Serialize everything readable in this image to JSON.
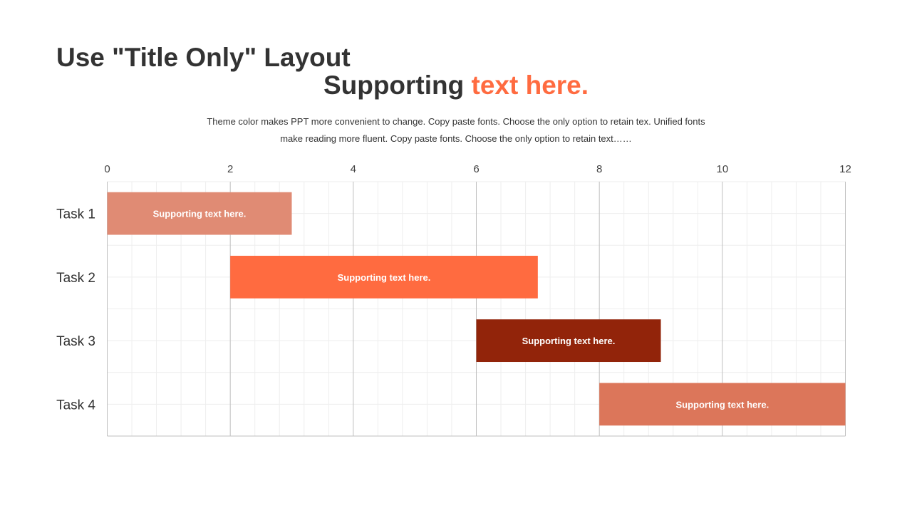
{
  "slide": {
    "title": "Use \"Title Only\" Layout",
    "subtitle_main": "Supporting ",
    "subtitle_accent": "text here.",
    "description_line1": "Theme color makes PPT more convenient  to change. Copy paste fonts. Choose the only  option to retain tex. Unified  fonts",
    "description_line2": "make reading more fluent. Copy paste fonts. Choose the only option to retain text……"
  },
  "colors": {
    "title": "#333333",
    "accent": "#ff6b40",
    "grid_major": "#bfbfbf",
    "grid_minor": "#eeeeee"
  },
  "chart_data": {
    "type": "gantt",
    "title": "",
    "xlabel": "",
    "ylabel": "",
    "xlim": [
      0,
      12
    ],
    "x_ticks": [
      0,
      2,
      4,
      6,
      8,
      10,
      12
    ],
    "x_axis_position": "top",
    "grid": true,
    "categories": [
      "Task 1",
      "Task 2",
      "Task 3",
      "Task 4"
    ],
    "tasks": [
      {
        "name": "Task 1",
        "start": 0,
        "end": 3,
        "label": "Supporting text here.",
        "color": "#e08b74"
      },
      {
        "name": "Task 2",
        "start": 2,
        "end": 7,
        "label": "Supporting text here.",
        "color": "#ff6b40"
      },
      {
        "name": "Task 3",
        "start": 6,
        "end": 9,
        "label": "Supporting text here.",
        "color": "#92240a"
      },
      {
        "name": "Task 4",
        "start": 8,
        "end": 12,
        "label": "Supporting text here.",
        "color": "#dc765a"
      }
    ]
  }
}
